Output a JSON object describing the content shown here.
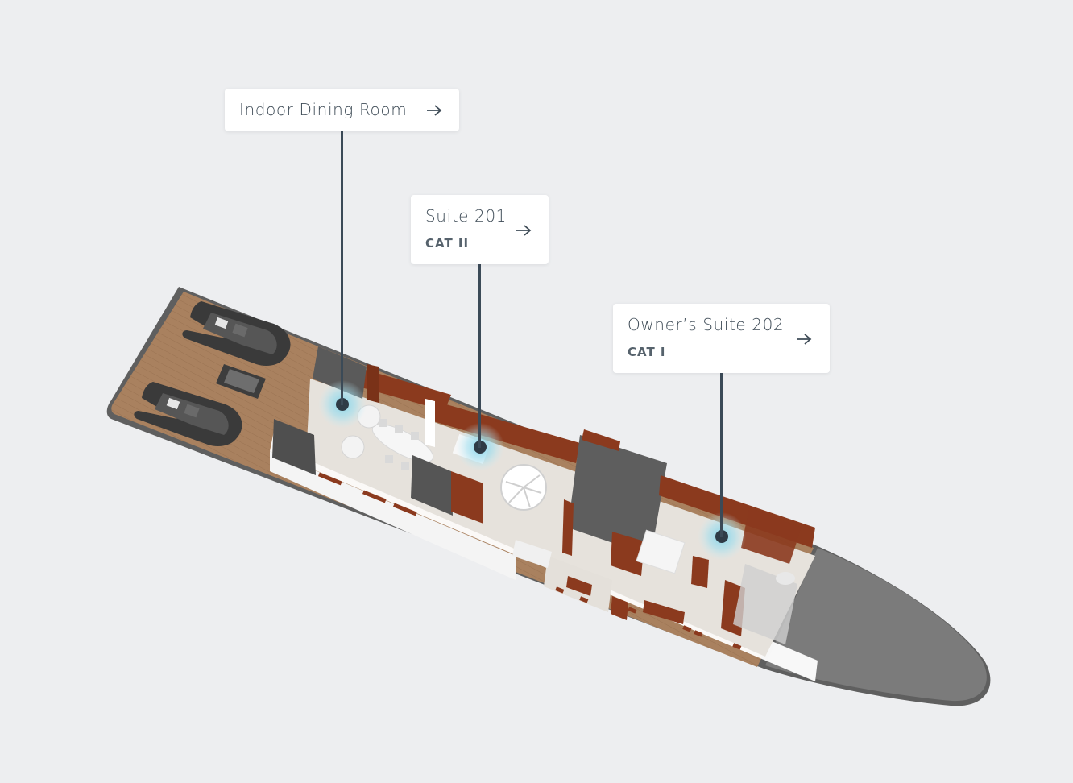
{
  "colors": {
    "background": "#edeef0",
    "deck_teak": "#a9815f",
    "hull_gray": "#7a7a7a",
    "wood_panels": "#8b3a1e",
    "floor": "#e8e4df",
    "leader_line": "#3b4a57",
    "hotspot_glow": "#7fd3ea",
    "hotspot_dot": "#2f3b46"
  },
  "callouts": [
    {
      "title": "Indoor Dining Room",
      "cat": "",
      "icon": "arrow-right-icon"
    },
    {
      "title": "Suite 201",
      "cat": "CAT II",
      "icon": "arrow-right-icon"
    },
    {
      "title": "Owner’s Suite 202",
      "cat": "CAT I",
      "icon": "arrow-right-icon"
    }
  ]
}
